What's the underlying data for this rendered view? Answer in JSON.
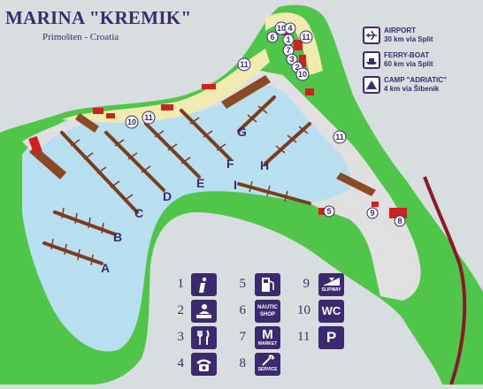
{
  "header": {
    "title": "MARINA \"KREMIK\"",
    "subtitle": "Primošten - Croatia"
  },
  "transport": [
    {
      "icon": "airplane-icon",
      "name": "AIRPORT",
      "detail": "30 km via Split"
    },
    {
      "icon": "ferry-icon",
      "name": "FERRY-BOAT",
      "detail": "60 km via Split"
    },
    {
      "icon": "tent-icon",
      "name": "CAMP \"ADRIATIC\"",
      "detail": "4 km via Šibenik"
    }
  ],
  "piers": [
    "A",
    "B",
    "C",
    "D",
    "E",
    "F",
    "G",
    "H",
    "I"
  ],
  "facility_markers": [
    "1",
    "2",
    "3",
    "4",
    "5",
    "6",
    "7",
    "8",
    "9",
    "10",
    "11"
  ],
  "legend": [
    {
      "num": "1",
      "icon": "info-icon"
    },
    {
      "num": "2",
      "icon": "reception-icon"
    },
    {
      "num": "3",
      "icon": "restaurant-icon"
    },
    {
      "num": "4",
      "icon": "telephone-icon"
    },
    {
      "num": "5",
      "icon": "fuel-station-icon"
    },
    {
      "num": "6",
      "icon": "nautic-shop-icon",
      "text": "NAUTIC SHOP"
    },
    {
      "num": "7",
      "icon": "market-icon",
      "text": "MARKET",
      "letter": "M"
    },
    {
      "num": "8",
      "icon": "service-icon",
      "text": "SERVICE"
    },
    {
      "num": "9",
      "icon": "slipway-icon",
      "text": "SLIPWAY"
    },
    {
      "num": "10",
      "icon": "wc-icon",
      "text": "WC"
    },
    {
      "num": "11",
      "icon": "parking-icon",
      "text": "P"
    }
  ],
  "colors": {
    "land": "#4fc64a",
    "sea": "#b8dff0",
    "quay": "#e0e0e0",
    "shore": "#f0ecb0",
    "pier": "#7a3d1e",
    "building": "#d02020",
    "text": "#3b2a6e",
    "road": "#8a1a2a"
  }
}
